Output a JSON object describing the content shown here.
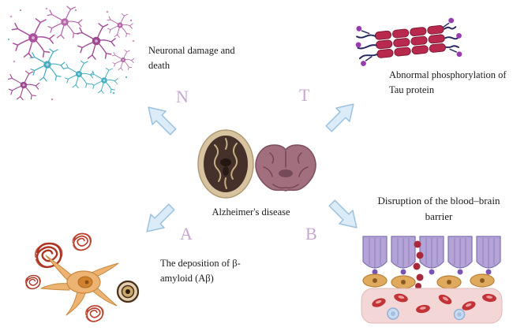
{
  "center": {
    "title": "Alzheimer's disease"
  },
  "letters": {
    "n": "N",
    "t": "T",
    "a": "A",
    "b": "B"
  },
  "labels": {
    "top_left": "Neuronal damage and death",
    "top_right": "Abnormal phosphorylation of Tau protein",
    "bottom_left": "The deposition of β-amyloid (Aβ)",
    "bottom_right": "Disruption of the blood–brain barrier"
  },
  "icons": {
    "top_left": "neurons-illustration",
    "top_right": "tau-protein-illustration",
    "center_left": "brain-axial-slice-illustration",
    "center_right": "brain-coronal-section-illustration",
    "bottom_left": "amyloid-astrocyte-illustration",
    "bottom_right": "blood-brain-barrier-illustration",
    "arrows": [
      "arrow-up-left-icon",
      "arrow-up-right-icon",
      "arrow-down-left-icon",
      "arrow-down-right-icon"
    ]
  },
  "colors": {
    "letter": "#c7a7d2",
    "arrow_fill": "#dcebf8",
    "arrow_stroke": "#9cc2e0",
    "neuron_purple": "#a9509c",
    "neuron_teal": "#45aebe",
    "tau_red": "#b8294d",
    "tau_dot_purple": "#9a3ab0",
    "brain_beige": "#d8c3a0",
    "brain_dark": "#46302a",
    "brain_mauve": "#a26f7e",
    "astrocyte_orange": "#ecb372",
    "tangle_red": "#ad3322",
    "bbb_purple": "#b3a3d6",
    "bbb_pink": "#f3d6d6",
    "rbc_red": "#c13337",
    "text": "#1a1a1a",
    "background": "#ffffff"
  }
}
